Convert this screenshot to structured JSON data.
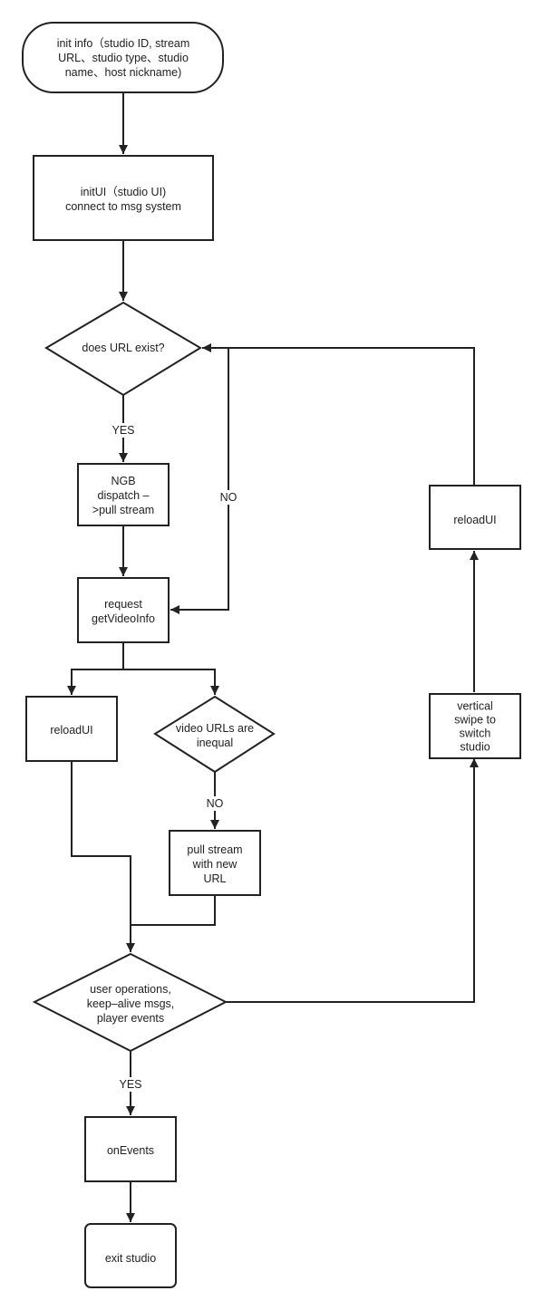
{
  "colors": {
    "stroke": "#222222",
    "background": "#ffffff",
    "text": "#222222"
  },
  "nodes": {
    "init_info": {
      "shape": "terminal",
      "lines": [
        "init info（studio ID, stream",
        "URL、studio type、studio",
        "name、host nickname)"
      ]
    },
    "init_ui": {
      "shape": "process",
      "lines": [
        "initUI（studio UI)",
        "connect to msg system"
      ]
    },
    "url_exists": {
      "shape": "decision",
      "lines": [
        "does URL exist?"
      ]
    },
    "ngb_dispatch": {
      "shape": "process",
      "lines": [
        "NGB",
        "dispatch –",
        ">pull stream"
      ]
    },
    "request_info": {
      "shape": "process",
      "lines": [
        "request",
        "getVideoInfo"
      ]
    },
    "reload_ui_left": {
      "shape": "process",
      "lines": [
        "reloadUI"
      ]
    },
    "urls_inequal": {
      "shape": "decision",
      "lines": [
        "video URLs are",
        "inequal"
      ]
    },
    "pull_new_url": {
      "shape": "process",
      "lines": [
        "pull stream",
        "with new",
        "URL"
      ]
    },
    "user_ops": {
      "shape": "decision",
      "lines": [
        "user operations,",
        "keep–alive msgs,",
        "player events"
      ]
    },
    "on_events": {
      "shape": "process",
      "lines": [
        "onEvents"
      ]
    },
    "exit_studio": {
      "shape": "terminal",
      "lines": [
        "exit studio"
      ]
    },
    "vertical_swipe": {
      "shape": "process",
      "lines": [
        "vertical",
        "swipe to",
        "switch",
        "studio"
      ]
    },
    "reload_ui_right": {
      "shape": "process",
      "lines": [
        "reloadUI"
      ]
    }
  },
  "edges": [
    {
      "from": "init_info",
      "to": "init_ui",
      "label": ""
    },
    {
      "from": "init_ui",
      "to": "url_exists",
      "label": ""
    },
    {
      "from": "url_exists",
      "to": "ngb_dispatch",
      "label": "YES"
    },
    {
      "from": "ngb_dispatch",
      "to": "request_info",
      "label": ""
    },
    {
      "from": "url_exists",
      "to": "request_info",
      "label": "NO"
    },
    {
      "from": "request_info",
      "to": "reload_ui_left",
      "label": ""
    },
    {
      "from": "request_info",
      "to": "urls_inequal",
      "label": ""
    },
    {
      "from": "urls_inequal",
      "to": "pull_new_url",
      "label": "NO"
    },
    {
      "from": "reload_ui_left",
      "to": "user_ops",
      "label": ""
    },
    {
      "from": "pull_new_url",
      "to": "user_ops",
      "label": ""
    },
    {
      "from": "user_ops",
      "to": "on_events",
      "label": "YES"
    },
    {
      "from": "on_events",
      "to": "exit_studio",
      "label": ""
    },
    {
      "from": "user_ops",
      "to": "vertical_swipe",
      "label": ""
    },
    {
      "from": "vertical_swipe",
      "to": "reload_ui_right",
      "label": ""
    },
    {
      "from": "reload_ui_right",
      "to": "url_exists",
      "label": ""
    }
  ]
}
